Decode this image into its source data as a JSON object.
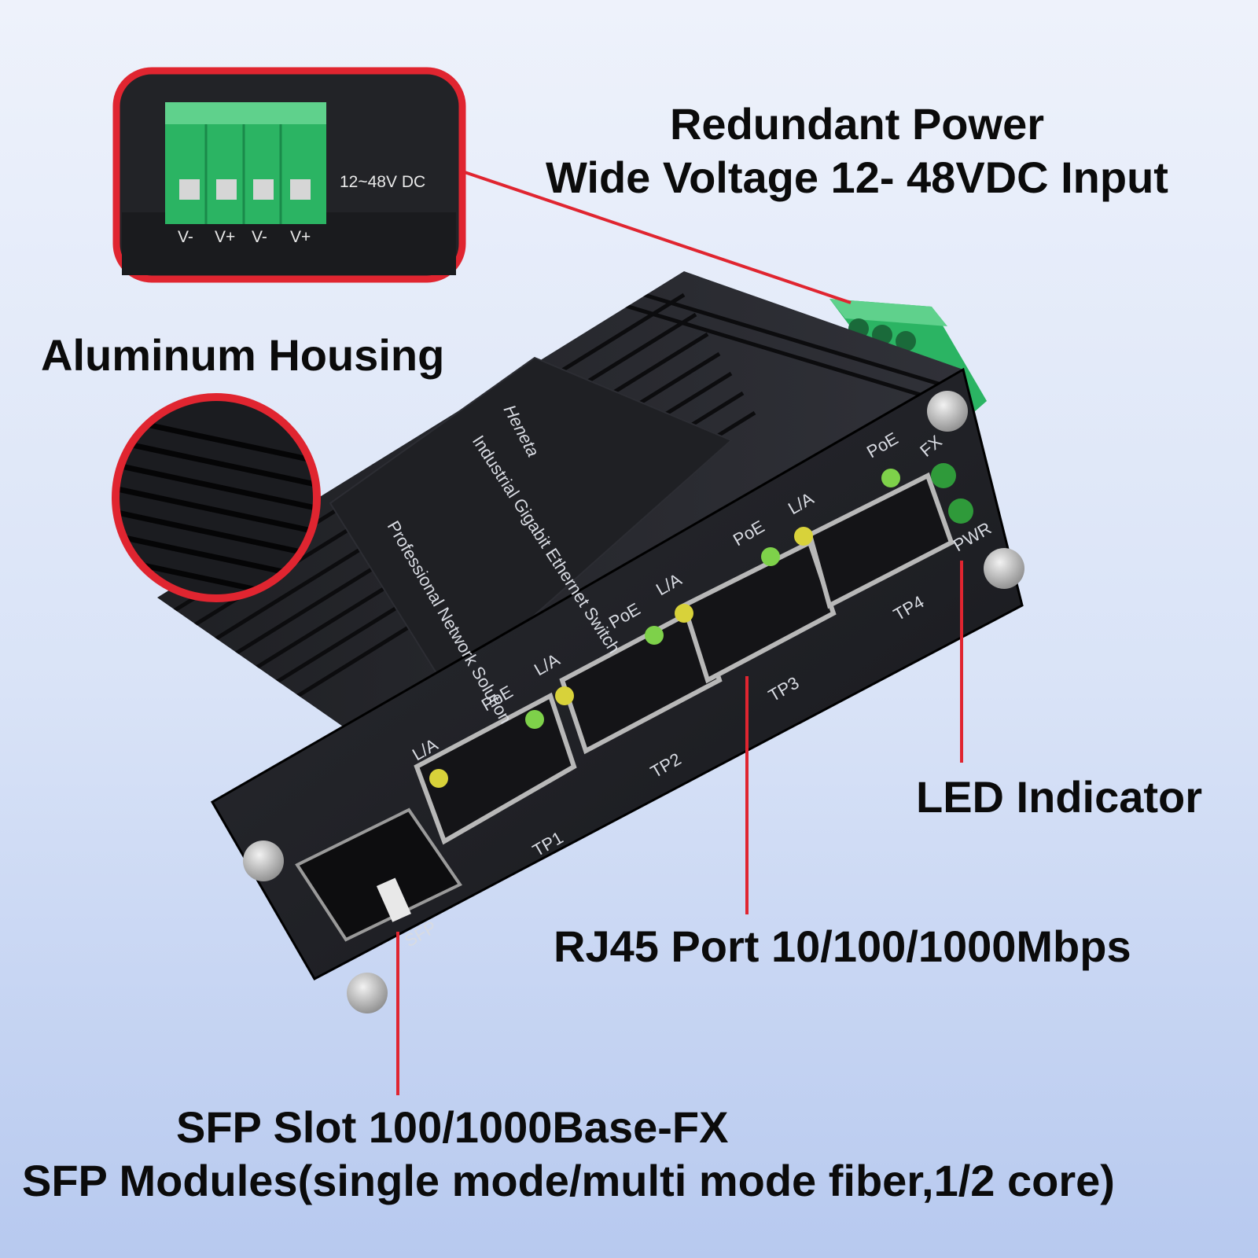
{
  "captions": {
    "power_line1": "Redundant Power",
    "power_line2": "Wide Voltage 12- 48VDC Input",
    "aluminum": "Aluminum Housing",
    "led": "LED Indicator",
    "rj45": "RJ45 Port 10/100/1000Mbps",
    "sfp_line1": "SFP Slot 100/1000Base-FX",
    "sfp_line2": "SFP Modules(single mode/multi mode fiber,1/2 core)"
  },
  "terminal_inset": {
    "voltage": "12~48V DC",
    "pins": [
      "V-",
      "V+",
      "V-",
      "V+"
    ]
  },
  "top_labels": {
    "brand": "Heneta",
    "product": "Industrial Gigabit Ethernet Switch",
    "tagline": "Professional Network Solution"
  },
  "front_panel": {
    "ports": [
      {
        "name": "TP1",
        "led_la": "L/A",
        "led_poe": "PoE"
      },
      {
        "name": "TP2",
        "led_la": "L/A",
        "led_poe": "PoE"
      },
      {
        "name": "TP3",
        "led_la": "L/A",
        "led_poe": "PoE"
      },
      {
        "name": "TP4",
        "led_la": "L/A",
        "led_poe": "PoE"
      }
    ],
    "sfp_label": "SFP",
    "fx_label": "FX",
    "pwr_label": "PWR"
  },
  "colors": {
    "callout": "#e02530",
    "terminal_green": "#2bb463",
    "housing": "#1b1c20",
    "led_yellow": "#d8d23a",
    "led_green": "#7ed14a"
  }
}
